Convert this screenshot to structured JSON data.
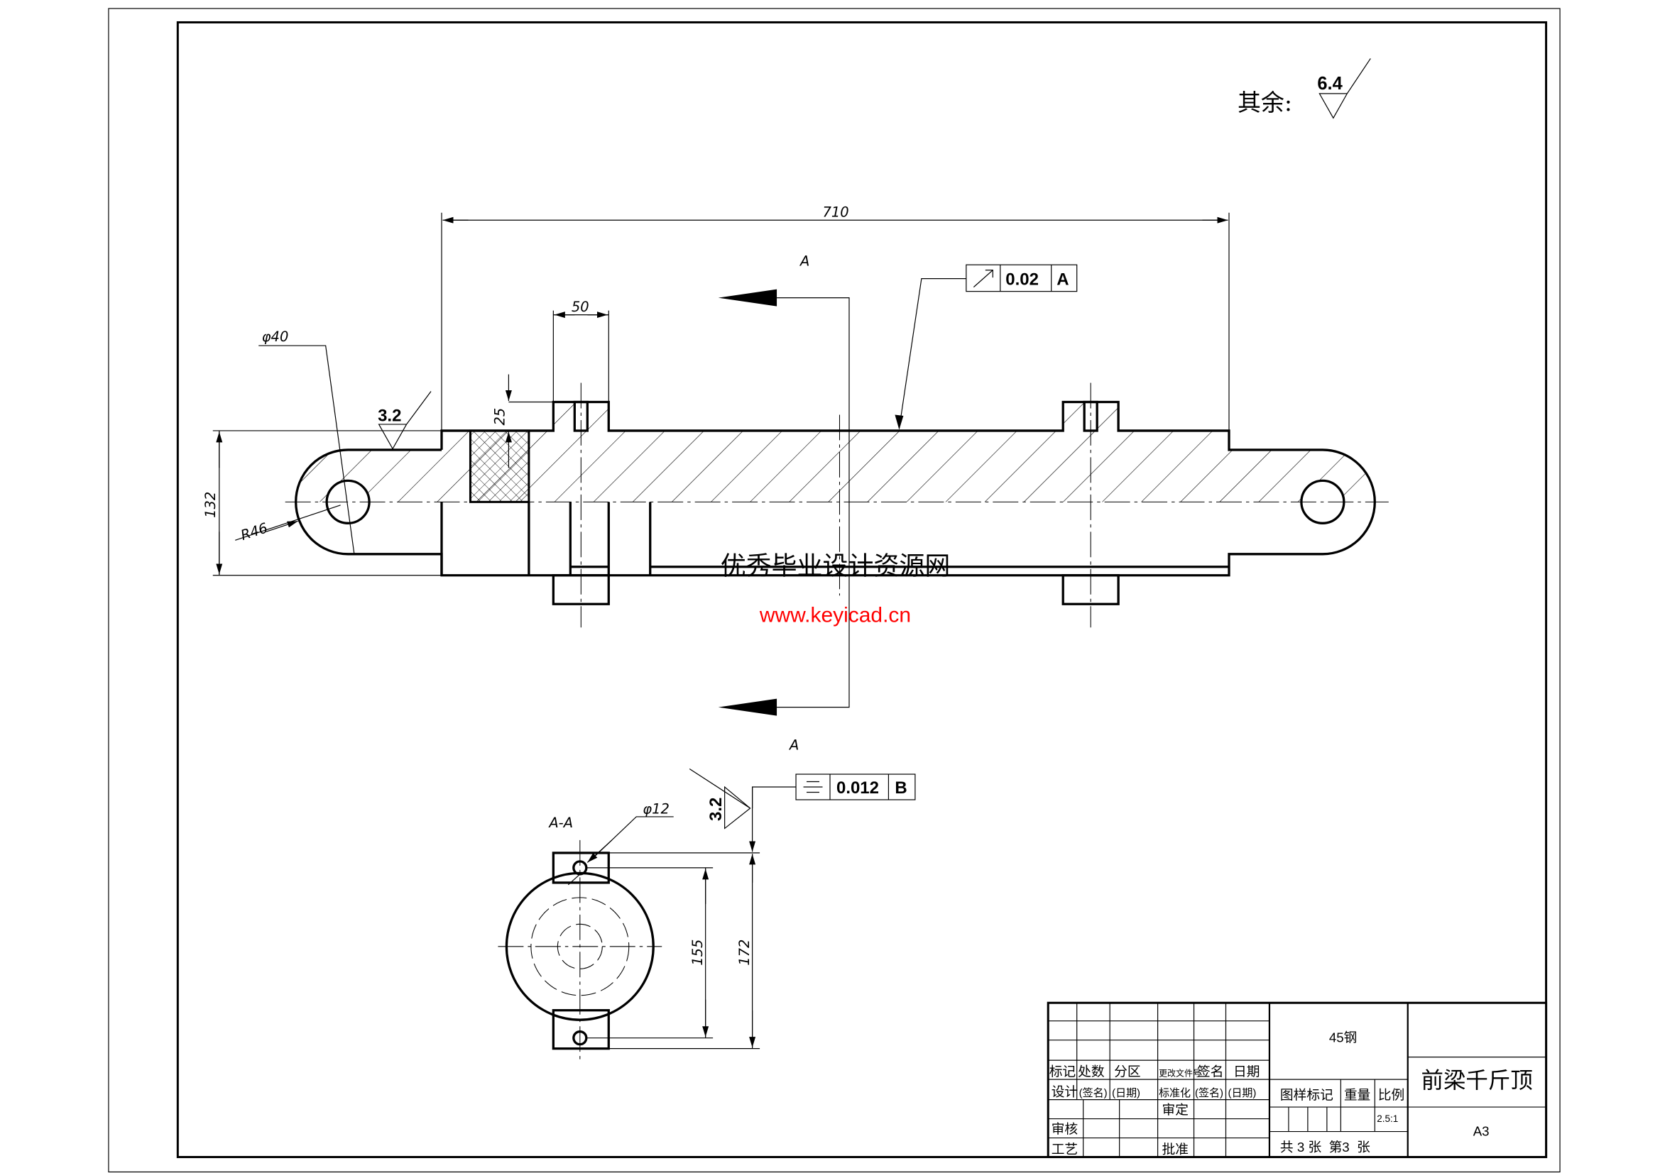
{
  "surface_note": {
    "label": "其余:",
    "roughness": "6.4"
  },
  "dimensions": {
    "overall_length": "710",
    "boss_width": "50",
    "boss_height": "25",
    "hole_dia": "φ40",
    "eye_radius": "R46",
    "height": "132",
    "roughness_main": "3.2",
    "section_hole_dia": "φ12",
    "hole_spacing": "155",
    "lug_span": "172",
    "roughness_section": "3.2"
  },
  "section": {
    "marker_top": "A",
    "marker_bottom": "A",
    "view_title": "A-A"
  },
  "tolerances": [
    {
      "symbol": "circular-runout",
      "value": "0.02",
      "datum": "A"
    },
    {
      "symbol": "symmetry",
      "value": "0.012",
      "datum": "B"
    }
  ],
  "watermark": {
    "line1": "优秀毕业设计资源网",
    "line2": "www.keyicad.cn",
    "color": "#ff0000"
  },
  "title_block": {
    "headers": [
      "标记",
      "处数",
      "分区",
      "更改文件号",
      "签名",
      "日期"
    ],
    "row_design": [
      "设计",
      "(签名)",
      "(日期)",
      "标准化",
      "(签名)",
      "(日期)"
    ],
    "approve_label": "审定",
    "review_label": "审核",
    "process_label": "工艺",
    "ratify_label": "批准",
    "material": "45钢",
    "stage_mark_label": "图样标记",
    "weight_label": "重量",
    "scale_label": "比例",
    "scale": "2.5:1",
    "sheets": "共 3 张  第3  张",
    "title": "前梁千斤顶",
    "size": "A3"
  }
}
